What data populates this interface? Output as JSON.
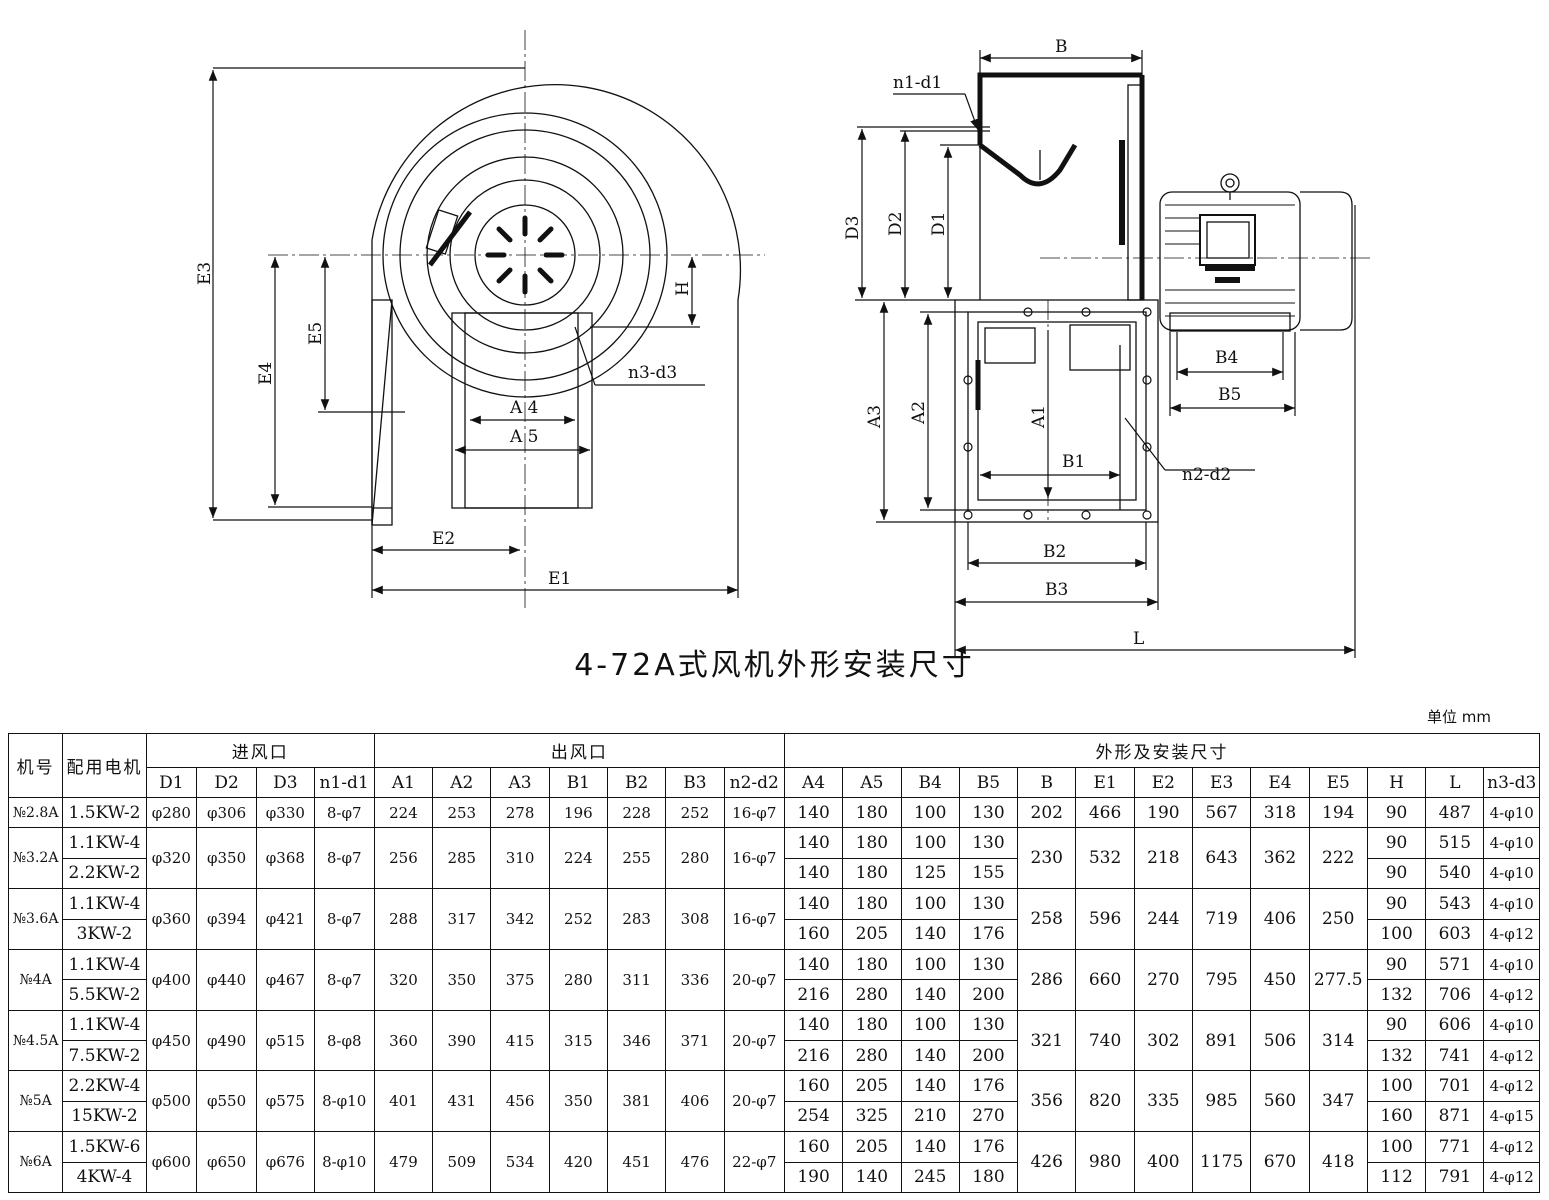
{
  "drawing": {
    "left_labels": [
      "E3",
      "E4",
      "E5",
      "H",
      "A 4",
      "A 5",
      "n3-d3",
      "E2",
      "E1"
    ],
    "right_labels": [
      "B",
      "n1-d1",
      "D3",
      "D2",
      "D1",
      "A3",
      "A2",
      "A1",
      "B1",
      "n2-d2",
      "B2",
      "B3",
      "B4",
      "B5",
      "L"
    ]
  },
  "title": "4-72A式风机外形安装尺寸",
  "unit": "单位  mm",
  "table": {
    "groups": {
      "model": "机号",
      "motor": "配用电机",
      "inlet": "进风口",
      "outlet": "出风口",
      "install": "外形及安装尺寸"
    },
    "columns": [
      "D1",
      "D2",
      "D3",
      "n1-d1",
      "A1",
      "A2",
      "A3",
      "B1",
      "B2",
      "B3",
      "n2-d2",
      "A4",
      "A5",
      "B4",
      "B5",
      "B",
      "E1",
      "E2",
      "E3",
      "E4",
      "E5",
      "H",
      "L",
      "n3-d3"
    ],
    "rows": [
      {
        "model": "№2.8A",
        "motors": [
          "1.5KW-2"
        ],
        "shared": [
          "φ280",
          "φ306",
          "φ330",
          "8-φ7",
          "224",
          "253",
          "278",
          "196",
          "228",
          "252",
          "16-φ7"
        ],
        "sub": [
          [
            "140",
            "180",
            "100",
            "130"
          ]
        ],
        "mid": [
          "202",
          "466",
          "190",
          "567",
          "318",
          "194"
        ],
        "tail": [
          [
            "90",
            "487",
            "4-φ10"
          ]
        ]
      },
      {
        "model": "№3.2A",
        "motors": [
          "1.1KW-4",
          "2.2KW-2"
        ],
        "shared": [
          "φ320",
          "φ350",
          "φ368",
          "8-φ7",
          "256",
          "285",
          "310",
          "224",
          "255",
          "280",
          "16-φ7"
        ],
        "sub": [
          [
            "140",
            "180",
            "100",
            "130"
          ],
          [
            "140",
            "180",
            "125",
            "155"
          ]
        ],
        "mid": [
          "230",
          "532",
          "218",
          "643",
          "362",
          "222"
        ],
        "tail": [
          [
            "90",
            "515",
            "4-φ10"
          ],
          [
            "90",
            "540",
            "4-φ10"
          ]
        ]
      },
      {
        "model": "№3.6A",
        "motors": [
          "1.1KW-4",
          "3KW-2"
        ],
        "shared": [
          "φ360",
          "φ394",
          "φ421",
          "8-φ7",
          "288",
          "317",
          "342",
          "252",
          "283",
          "308",
          "16-φ7"
        ],
        "sub": [
          [
            "140",
            "180",
            "100",
            "130"
          ],
          [
            "160",
            "205",
            "140",
            "176"
          ]
        ],
        "mid": [
          "258",
          "596",
          "244",
          "719",
          "406",
          "250"
        ],
        "tail": [
          [
            "90",
            "543",
            "4-φ10"
          ],
          [
            "100",
            "603",
            "4-φ12"
          ]
        ]
      },
      {
        "model": "№4A",
        "motors": [
          "1.1KW-4",
          "5.5KW-2"
        ],
        "shared": [
          "φ400",
          "φ440",
          "φ467",
          "8-φ7",
          "320",
          "350",
          "375",
          "280",
          "311",
          "336",
          "20-φ7"
        ],
        "sub": [
          [
            "140",
            "180",
            "100",
            "130"
          ],
          [
            "216",
            "280",
            "140",
            "200"
          ]
        ],
        "mid": [
          "286",
          "660",
          "270",
          "795",
          "450",
          "277.5"
        ],
        "tail": [
          [
            "90",
            "571",
            "4-φ10"
          ],
          [
            "132",
            "706",
            "4-φ12"
          ]
        ]
      },
      {
        "model": "№4.5A",
        "motors": [
          "1.1KW-4",
          "7.5KW-2"
        ],
        "shared": [
          "φ450",
          "φ490",
          "φ515",
          "8-φ8",
          "360",
          "390",
          "415",
          "315",
          "346",
          "371",
          "20-φ7"
        ],
        "sub": [
          [
            "140",
            "180",
            "100",
            "130"
          ],
          [
            "216",
            "280",
            "140",
            "200"
          ]
        ],
        "mid": [
          "321",
          "740",
          "302",
          "891",
          "506",
          "314"
        ],
        "tail": [
          [
            "90",
            "606",
            "4-φ10"
          ],
          [
            "132",
            "741",
            "4-φ12"
          ]
        ]
      },
      {
        "model": "№5A",
        "motors": [
          "2.2KW-4",
          "15KW-2"
        ],
        "shared": [
          "φ500",
          "φ550",
          "φ575",
          "8-φ10",
          "401",
          "431",
          "456",
          "350",
          "381",
          "406",
          "20-φ7"
        ],
        "sub": [
          [
            "160",
            "205",
            "140",
            "176"
          ],
          [
            "254",
            "325",
            "210",
            "270"
          ]
        ],
        "mid": [
          "356",
          "820",
          "335",
          "985",
          "560",
          "347"
        ],
        "tail": [
          [
            "100",
            "701",
            "4-φ12"
          ],
          [
            "160",
            "871",
            "4-φ15"
          ]
        ]
      },
      {
        "model": "№6A",
        "motors": [
          "1.5KW-6",
          "4KW-4"
        ],
        "shared": [
          "φ600",
          "φ650",
          "φ676",
          "8-φ10",
          "479",
          "509",
          "534",
          "420",
          "451",
          "476",
          "22-φ7"
        ],
        "sub": [
          [
            "160",
            "205",
            "140",
            "176"
          ],
          [
            "190",
            "140",
            "245",
            "180"
          ]
        ],
        "mid": [
          "426",
          "980",
          "400",
          "1175",
          "670",
          "418"
        ],
        "tail": [
          [
            "100",
            "771",
            "4-φ12"
          ],
          [
            "112",
            "791",
            "4-φ12"
          ]
        ]
      }
    ]
  }
}
